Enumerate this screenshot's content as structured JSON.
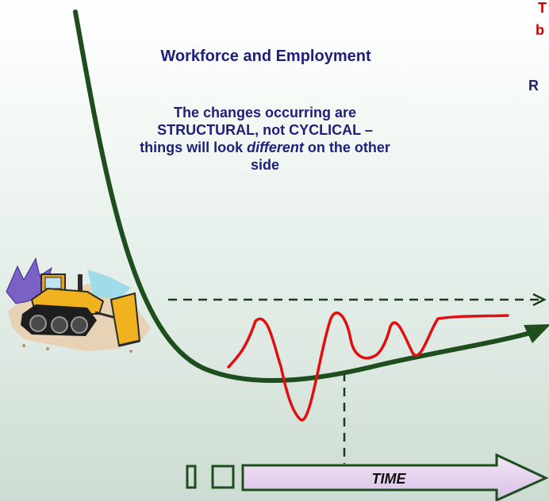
{
  "title": "Workforce and Employment",
  "subtitle": {
    "part1": "The changes occurring are STRUCTURAL, not CYCLICAL – things will look ",
    "emphasis": "different",
    "part2": " on the other side"
  },
  "edge_fragments": [
    "T",
    "b",
    "R"
  ],
  "timeline": {
    "label": "TIME"
  },
  "curves": {
    "structural": {
      "name": "structural-curve",
      "color": "#1e4d1e"
    },
    "cyclical": {
      "name": "cyclical-wave",
      "color": "#e01010"
    }
  },
  "colors": {
    "title_text": "#1f1f7a",
    "arrow_fill": "#e7d3ef",
    "dashed": "#1e3a1e"
  },
  "icons": [
    "bulldozer-clipart"
  ]
}
